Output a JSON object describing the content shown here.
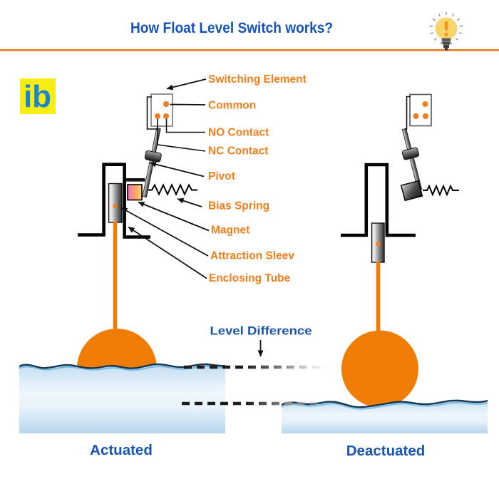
{
  "header": {
    "title": "How Float Level Switch works?",
    "icon": "lightbulb-icon"
  },
  "logo": {
    "text": "ib"
  },
  "labels": {
    "switching_element": "Switching Element",
    "common": "Common",
    "no_contact": "NO Contact",
    "nc_contact": "NC Contact",
    "pivot": "Pivot",
    "bias_spring": "Bias Spring",
    "magnet": "Magnet",
    "attraction_sleeve": "Attraction Sleev",
    "enclosing_tube": "Enclosing Tube",
    "level_difference": "Level Difference"
  },
  "states": {
    "left": "Actuated",
    "right": "Deactuated"
  },
  "colors": {
    "title_blue": "#1553B5",
    "label_orange": "#F07E1A",
    "divider_orange": "#E87B18",
    "float_orange": "#EF7D05",
    "logo_yellow": "#F7EC13",
    "logo_blue": "#1B86C9",
    "water_blue": "#B5D5EE",
    "wave_navy": "#16364F",
    "magnet_pink": "#FA6EC6",
    "magnet_orange_light": "#FFD287",
    "bulb_yellow": "#F9D469",
    "bulb_exclaim_orange": "#F0951D"
  }
}
